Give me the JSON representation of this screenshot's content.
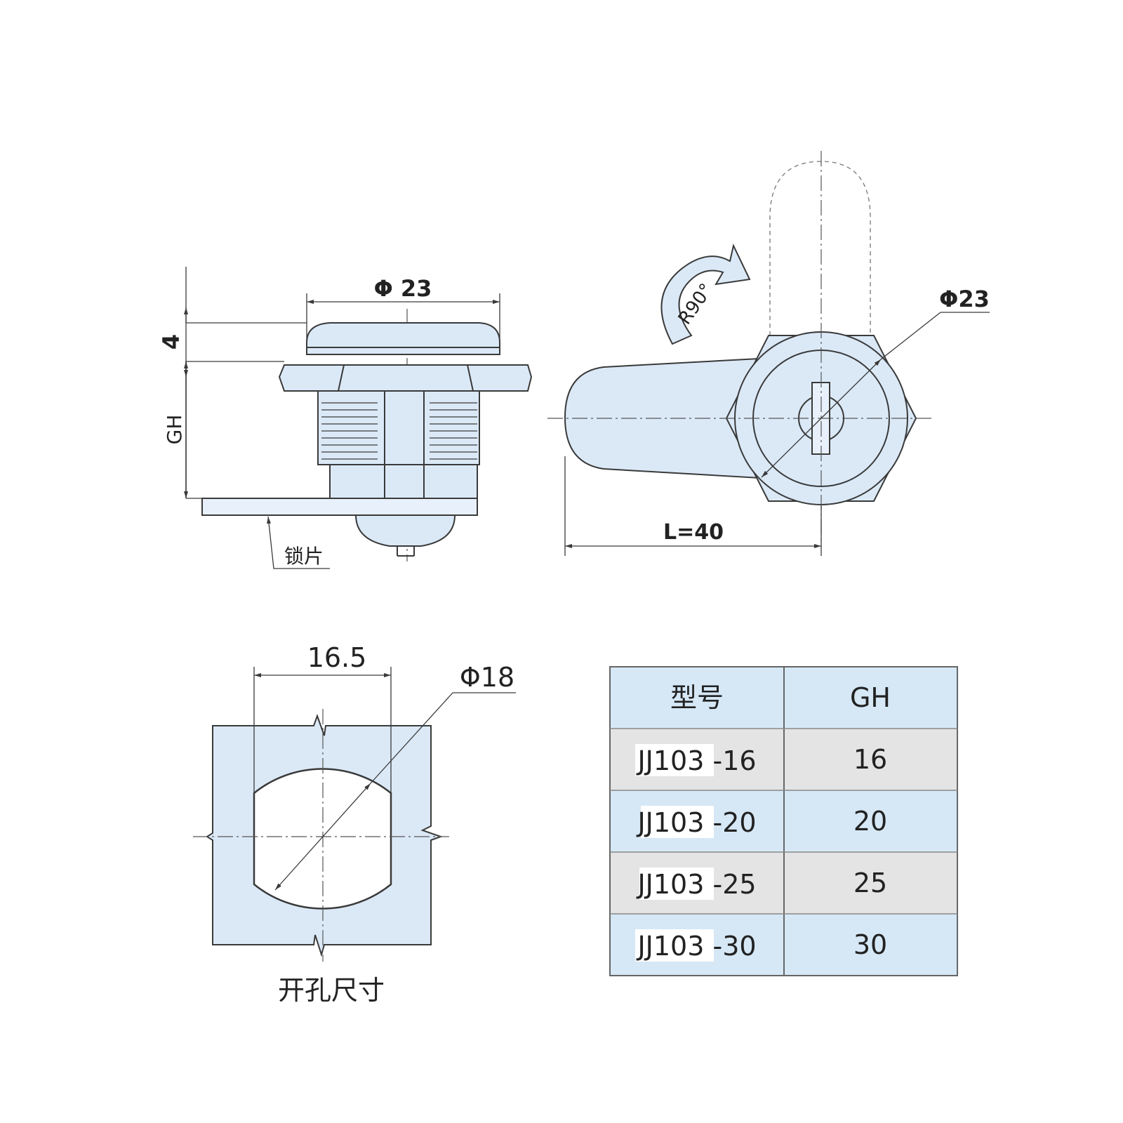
{
  "colors": {
    "part_fill": "#dbe9f7",
    "table_header": "#d6e8f6",
    "table_row_gray": "#e4e4e4",
    "table_row_blue": "#d6e8f6",
    "line": "#3a3a3a"
  },
  "side_view": {
    "diameter_label": "Φ 23",
    "head_height_label": "4",
    "gh_label": "GH",
    "lock_plate_label": "锁片"
  },
  "front_view": {
    "rotation_label": "R90°",
    "diameter_label": "Φ23",
    "length_label": "L=40"
  },
  "cutout": {
    "width_label": "16.5",
    "diameter_label": "Φ18",
    "caption": "开孔尺寸"
  },
  "table": {
    "headers": [
      "型号",
      "GH"
    ],
    "rows": [
      {
        "model": "JJ103 -16",
        "gh": "16"
      },
      {
        "model": "JJ103 -20",
        "gh": "20"
      },
      {
        "model": "JJ103 -25",
        "gh": "25"
      },
      {
        "model": "JJ103 -30",
        "gh": "30"
      }
    ]
  }
}
